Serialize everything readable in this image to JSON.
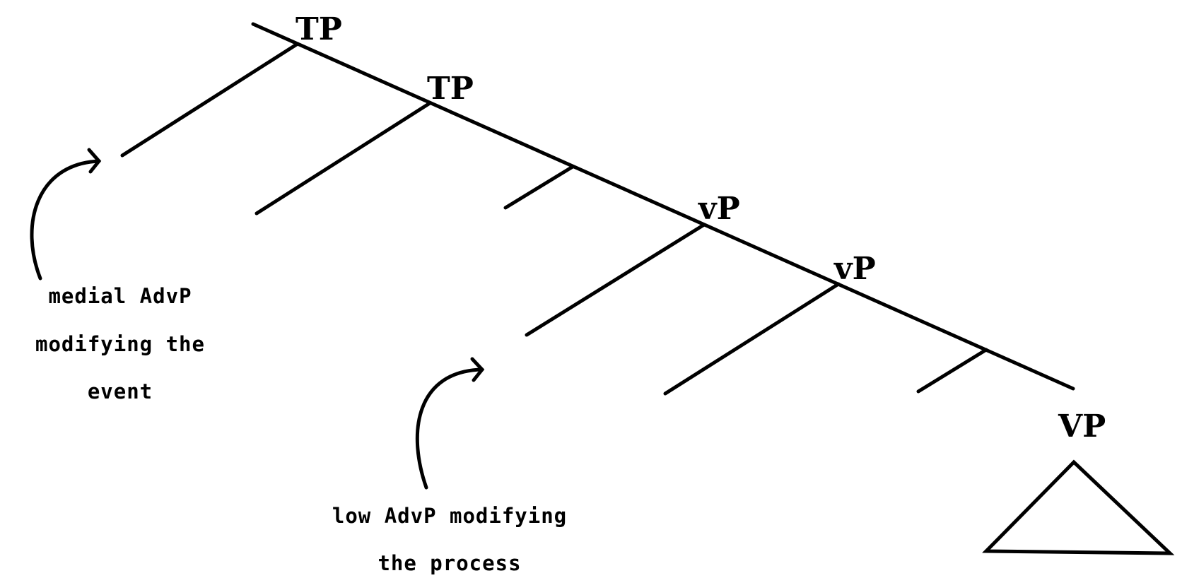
{
  "nodes": {
    "tp_top": "TP",
    "tp_second": "TP",
    "vp_little_first": "vP",
    "vp_little_second": "vP",
    "vp_big": "VP"
  },
  "annotations": {
    "medial": {
      "line1": "medial AdvP",
      "line2": "modifying the",
      "line3": "event"
    },
    "low": {
      "line1": "low AdvP modifying",
      "line2": "the process"
    }
  },
  "colors": {
    "ink": "#000000",
    "background": "#ffffff"
  }
}
